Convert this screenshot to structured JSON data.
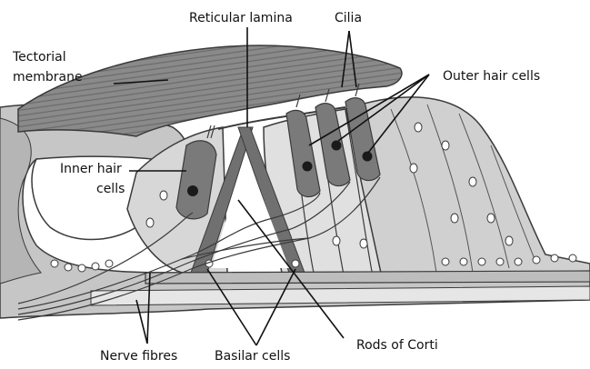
{
  "labels": {
    "reticular_lamina": "Reticular lamina",
    "cilia": "Cilia",
    "tectorial_membrane_line1": "Tectorial",
    "tectorial_membrane_line2": "membrane",
    "outer_hair_cells": "Outer hair cells",
    "inner_hair_cells_line1": "Inner hair",
    "inner_hair_cells_line2": "cells",
    "nerve_fibres": "Nerve fibres",
    "basilar_cells": "Basilar cells",
    "rods_of_corti": "Rods of Corti"
  },
  "colors": {
    "outline": "#3a3a3a",
    "dark_tissue": "#6e6e6e",
    "mid_tissue": "#a8a8a8",
    "light_tissue": "#cfcfcf",
    "pale_tissue": "#e4e4e4",
    "cell_fill": "#d9d9d9",
    "nucleus": "#1a1a1a"
  }
}
